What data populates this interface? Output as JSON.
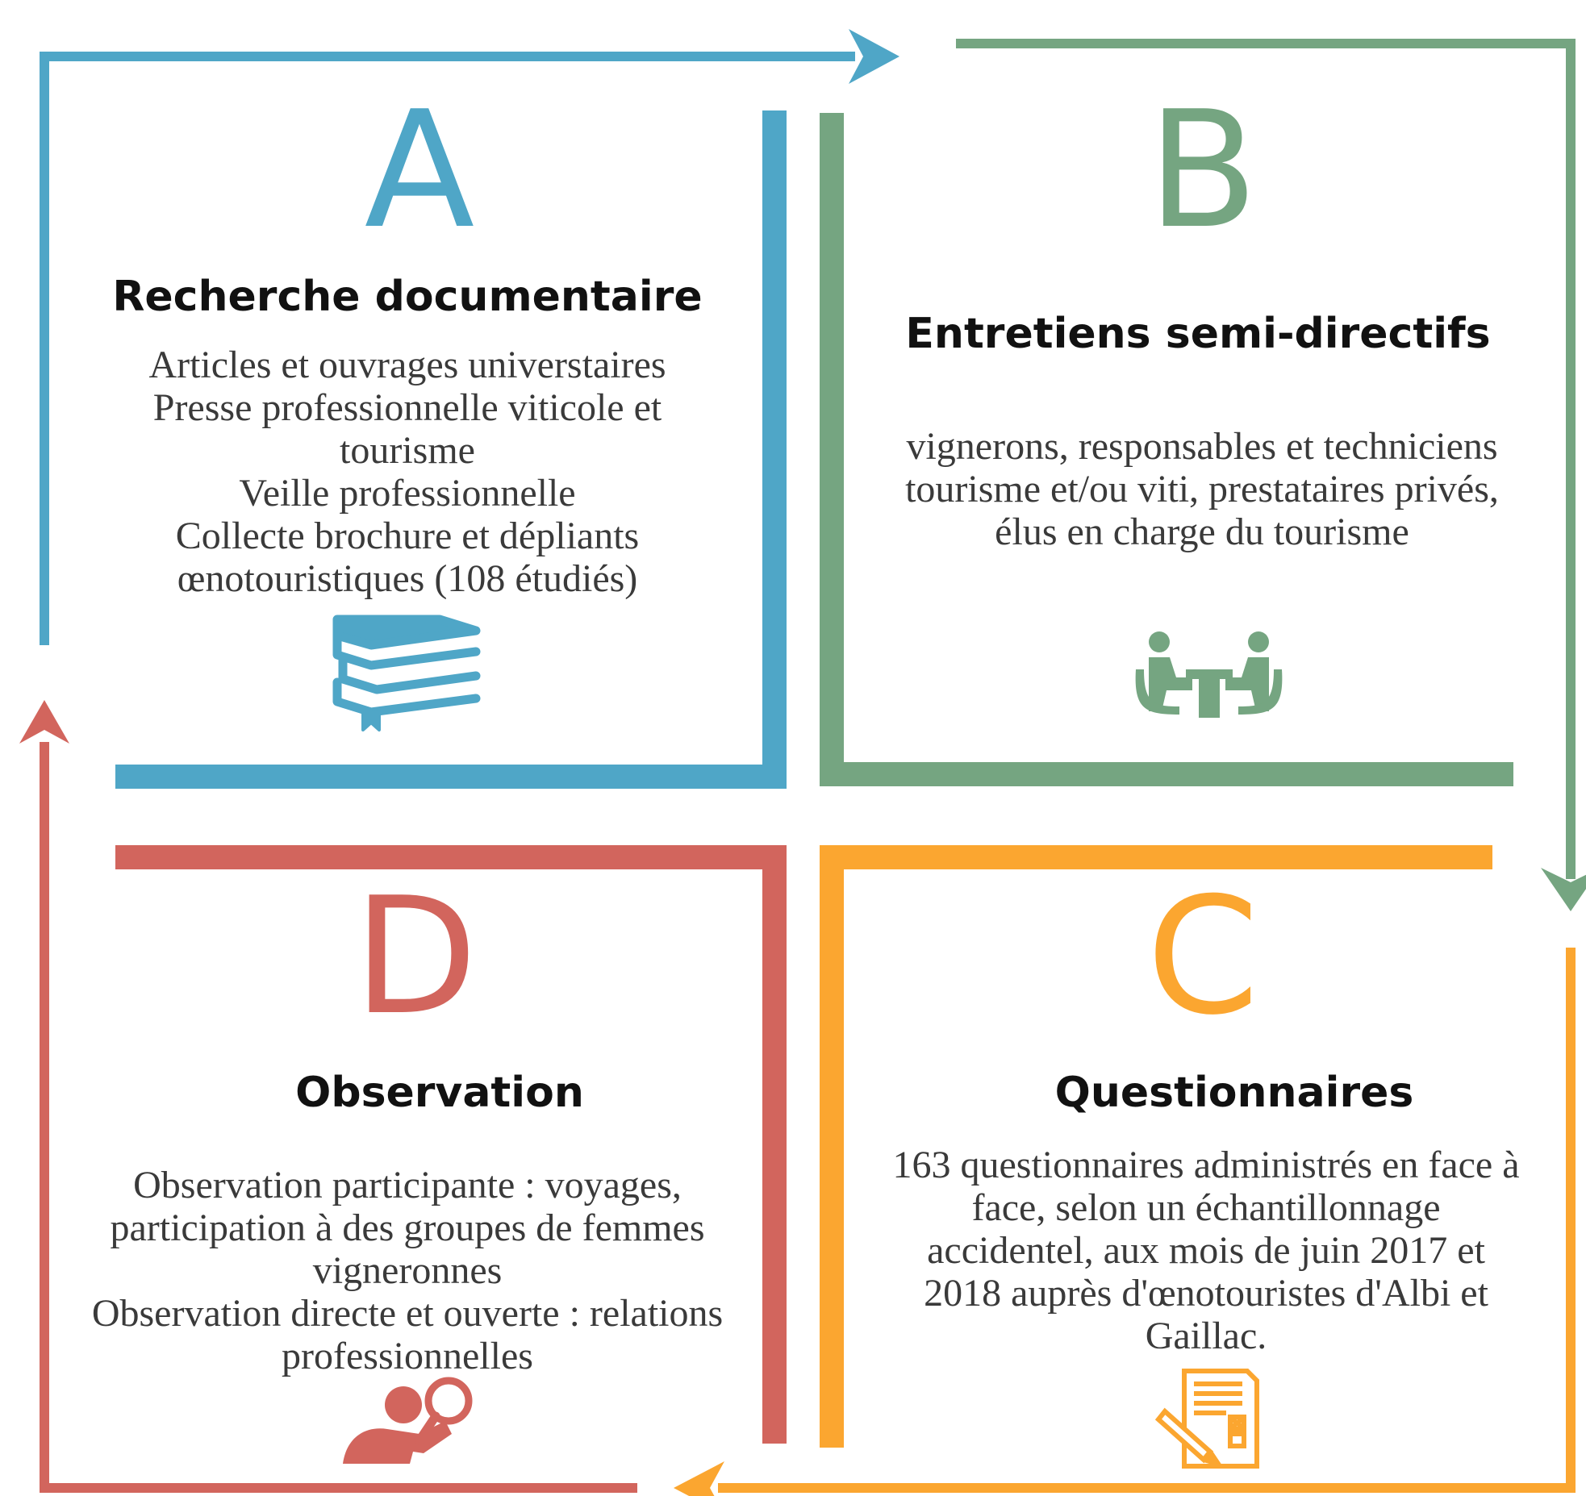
{
  "colors": {
    "A": "#4fa6c7",
    "B": "#75a581",
    "C": "#fba630",
    "D": "#d2655d",
    "title_text": "#111111",
    "body_text": "#3a3a3a"
  },
  "quadrants": {
    "A": {
      "letter": "A",
      "title": "Recherche documentaire",
      "lines": [
        "Articles et ouvrages universtaires",
        "Presse professionnelle viticole et",
        "tourisme",
        "Veille professionnelle",
        "Collecte brochure et dépliants",
        "œnotouristiques (108 étudiés)"
      ],
      "icon": "books-icon"
    },
    "B": {
      "letter": "B",
      "title": "Entretiens semi-directifs",
      "lines": [
        "vignerons, responsables et techniciens",
        "tourisme et/ou viti, prestataires privés,",
        "élus en charge du tourisme"
      ],
      "icon": "interview-icon"
    },
    "C": {
      "letter": "C",
      "title": "Questionnaires",
      "lines": [
        "163 questionnaires administrés en face à",
        "face, selon un échantillonnage",
        "accidentel, aux mois de juin 2017 et",
        "2018 auprès d'œnotouristes d'Albi et",
        "Gaillac."
      ],
      "icon": "questionnaire-icon"
    },
    "D": {
      "letter": "D",
      "title": "Observation",
      "lines": [
        "Observation participante : voyages,",
        "participation à des groupes de femmes",
        "vigneronnes",
        "Observation directe et ouverte : relations",
        "professionnelles"
      ],
      "icon": "observer-magnifier-icon"
    }
  }
}
